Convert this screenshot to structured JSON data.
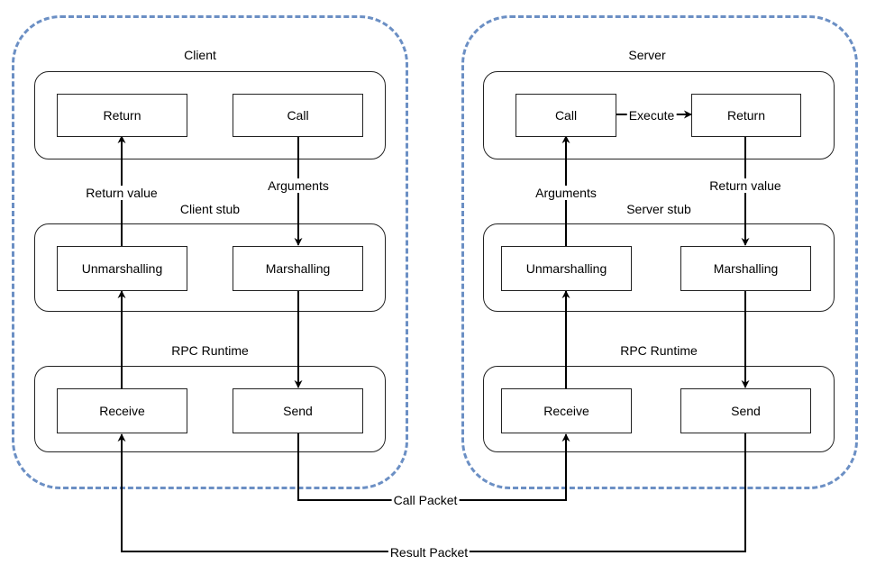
{
  "client": {
    "title": "Client",
    "top": {
      "return": "Return",
      "call": "Call"
    },
    "stub_title": "Client stub",
    "stub": {
      "unmarshalling": "Unmarshalling",
      "marshalling": "Marshalling"
    },
    "runtime_title": "RPC Runtime",
    "runtime": {
      "receive": "Receive",
      "send": "Send"
    },
    "return_value_label": "Return value",
    "arguments_label": "Arguments"
  },
  "server": {
    "title": "Server",
    "top": {
      "call": "Call",
      "return": "Return"
    },
    "execute_label": "Execute",
    "stub_title": "Server stub",
    "stub": {
      "unmarshalling": "Unmarshalling",
      "marshalling": "Marshalling"
    },
    "runtime_title": "RPC Runtime",
    "runtime": {
      "receive": "Receive",
      "send": "Send"
    },
    "arguments_label": "Arguments",
    "return_value_label": "Return value"
  },
  "connections": {
    "call_packet": "Call Packet",
    "result_packet": "Result Packet"
  },
  "colors": {
    "container_border": "#6b8fc4",
    "line": "#000000"
  }
}
